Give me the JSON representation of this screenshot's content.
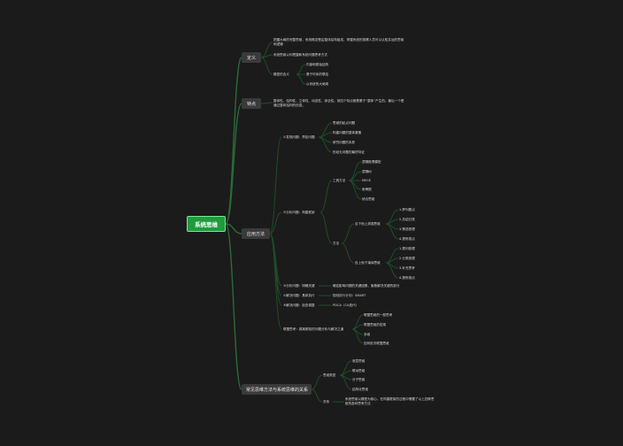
{
  "root": "系统思维",
  "branches": {
    "definition": {
      "label": "定义",
      "item1": "把握大局的完整思维，系统概念是由整体结构组成，掌握系统的观察人员可以认知并运的思维和逻辑",
      "item2": "系统思维以何把握和系统问题思考方式",
      "item3": {
        "label": "模型的含义",
        "children": [
          "内部和原始结构",
          "基于时序的联结",
          "以系统的大局观"
        ]
      }
    },
    "features": {
      "label": "特点",
      "text": "整体性、结构性、立体性、动态性、综合性。前四个特点都是基于“整体”产生的。最后一个是通过整体结构的信息。"
    },
    "methods": {
      "label": "应用方法",
      "step1": {
        "label": "①发现问题：界定问题",
        "children": [
          "思维的起点问题",
          "构建问题的整体要素",
          "研究问题的本质",
          "历经无问题的最终特征"
        ]
      },
      "step2": {
        "label": "②分析问题：构建框架",
        "tools": {
          "label": "工具方法",
          "children": [
            "逻辑推理模型",
            "逻辑树",
            "MECE",
            "鱼骨图",
            "综合思维"
          ]
        },
        "methods": {
          "label": "方法",
          "topdown": {
            "label": "自下而上溯源思维",
            "children": [
              "1.罗列要点",
              "2.总结归类",
              "3.筛选梳理",
              "4.提炼观点"
            ]
          },
          "bottomup": {
            "label": "自上而下演绎思维",
            "children": [
              "1.提问梳理",
              "2.分类梳理",
              "3.补充思考",
              "4.提炼观点"
            ]
          }
        }
      },
      "step3": {
        "label": "③分析问题：明确关键",
        "desc": "确定影响问题的关键因素，聚焦解决关键的部分"
      },
      "step4": {
        "label": "①解决问题：具体执行",
        "desc": "规划执行计划：SMART"
      },
      "step5": {
        "label": "⑤解决问题：检查调整",
        "desc": "PDCA（CA迭代）"
      },
      "step6": {
        "label": "联盟思考：跳离眼前的问题分析与解决之道",
        "children": [
          "联盟思维的一般思考",
          "联盟思维的宏观",
          "多维",
          "如何依次联盟思维"
        ]
      }
    },
    "relations": {
      "label": "常见思维方法与系统思维的关系",
      "types": {
        "label": "思维类型",
        "children": [
          "底层思维",
          "联动思维",
          "分子思维",
          "结构化思维"
        ]
      },
      "relation": {
        "label": "关系",
        "text": "系统思维以模型为核心，在构建框架的过程中需要了以上四种思维的各种思考方法"
      }
    }
  }
}
